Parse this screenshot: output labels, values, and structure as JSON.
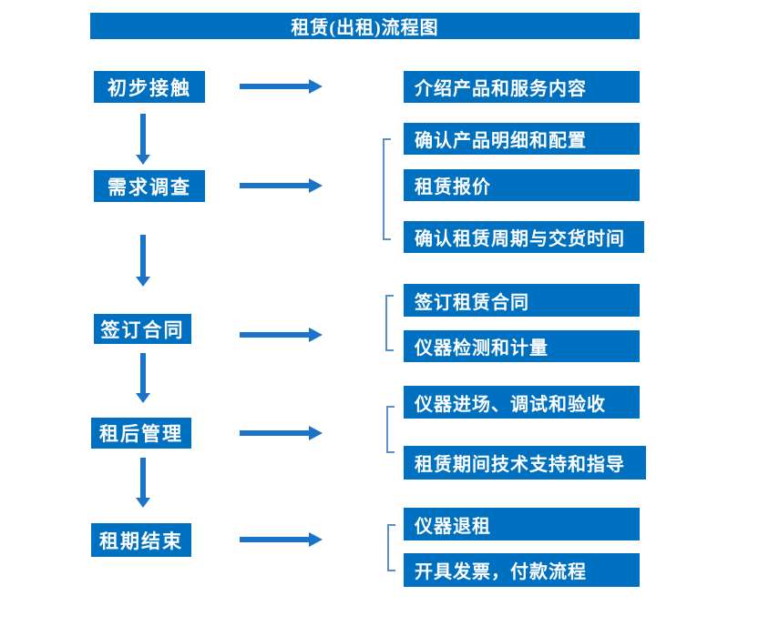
{
  "title": "租赁(出租)流程图",
  "colors": {
    "box_blue": "#0070C0",
    "arrow_blue": "#1B74C8",
    "bracket_blue": "#5B8FC9",
    "box_text": "#FFFFFF",
    "background": "#FFFFFF"
  },
  "stages": [
    {
      "label": "初步接触",
      "details": [
        "介绍产品和服务内容"
      ]
    },
    {
      "label": "需求调查",
      "details": [
        "确认产品明细和配置",
        "租赁报价",
        "确认租赁周期与交货时间"
      ]
    },
    {
      "label": "签订合同",
      "details": [
        "签订租赁合同",
        "仪器检测和计量"
      ]
    },
    {
      "label": "租后管理",
      "details": [
        "仪器进场、调试和验收",
        "租赁期间技术支持和指导"
      ]
    },
    {
      "label": "租期结束",
      "details": [
        "仪器退租",
        "开具发票，付款流程"
      ]
    }
  ]
}
